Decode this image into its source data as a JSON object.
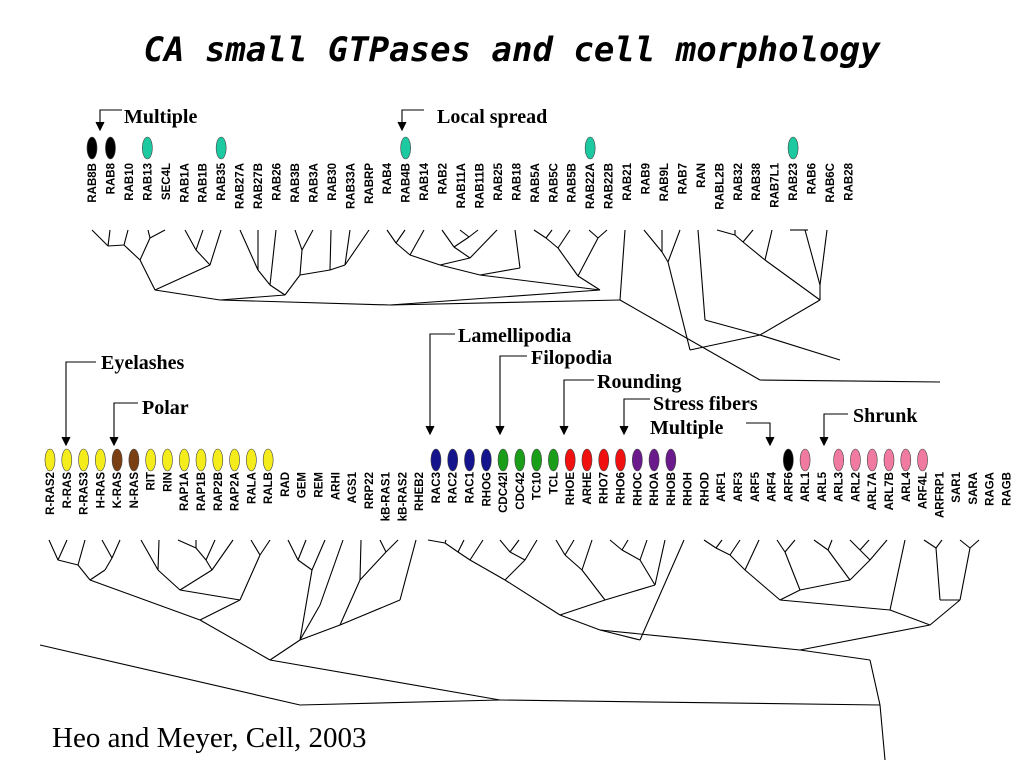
{
  "title": "CA small GTPases and cell morphology",
  "citation": "Heo and Meyer, Cell, 2003",
  "colors": {
    "black": "#000000",
    "teal": "#1dc9a0",
    "yellow": "#f5ec1c",
    "brown": "#7a3f12",
    "navy": "#14148c",
    "green": "#1a9e1a",
    "red": "#f01010",
    "purple": "#6a1a8a",
    "pink": "#f07aa0"
  },
  "rab_genes": [
    "RAB8B",
    "RAB8",
    "RAB10",
    "RAB13",
    "SEC4L",
    "RAB1A",
    "RAB1B",
    "RAB35",
    "RAB27A",
    "RAB27B",
    "RAB26",
    "RAB3B",
    "RAB3A",
    "RAB30",
    "RAB33A",
    "RABRP",
    "RAB4",
    "RAB4B",
    "RAB14",
    "RAB2",
    "RAB11A",
    "RAB11B",
    "RAB25",
    "RAB18",
    "RAB5A",
    "RAB5C",
    "RAB5B",
    "RAB22A",
    "RAB22B",
    "RAB21",
    "RAB9",
    "RAB9L",
    "RAB7",
    "RAN",
    "RABL2B",
    "RAB32",
    "RAB38",
    "RAB7L1",
    "RAB23",
    "RAB6",
    "RAB6C",
    "RAB28"
  ],
  "ras_genes": [
    "R-RAS2",
    "R-RAS",
    "R-RAS3",
    "H-RAS",
    "K-RAS",
    "N-RAS",
    "RIT",
    "RIN",
    "RAP1A",
    "RAP1B",
    "RAP2B",
    "RAP2A",
    "RALA",
    "RALB",
    "RAD",
    "GEM",
    "REM",
    "ARHI",
    "AGS1",
    "RRP22",
    "kB-RAS1",
    "kB-RAS2",
    "RHEB2",
    "RAC3",
    "RAC2",
    "RAC1",
    "RHOG",
    "CDC42l",
    "CDC42",
    "TC10",
    "TCL",
    "RHOE",
    "ARHE",
    "RHO7",
    "RHO6",
    "RHOC",
    "RHOA",
    "RHOB",
    "RHOH",
    "RHOD",
    "ARF1",
    "ARF3",
    "ARF5",
    "ARF4",
    "ARF6",
    "ARL1",
    "ARL5",
    "ARL3",
    "ARL2",
    "ARL7A",
    "ARL7B",
    "ARL4",
    "ARF4L",
    "ARFRP1",
    "SAR1",
    "SARA",
    "RAGA",
    "RAGB"
  ],
  "annotations": {
    "multiple_top": "Multiple",
    "local_spread": "Local spread",
    "eyelashes": "Eyelashes",
    "polar": "Polar",
    "lamellipodia": "Lamellipodia",
    "filopodia": "Filopodia",
    "rounding": "Rounding",
    "stress_fibers": "Stress fibers",
    "multiple_bottom": "Multiple",
    "shrunk": "Shrunk"
  },
  "rab_markers": [
    {
      "gene": "RAB8B",
      "color": "black"
    },
    {
      "gene": "RAB8",
      "color": "black"
    },
    {
      "gene": "RAB13",
      "color": "teal"
    },
    {
      "gene": "RAB35",
      "color": "teal"
    },
    {
      "gene": "RAB4B",
      "color": "teal"
    },
    {
      "gene": "RAB22A",
      "color": "teal"
    },
    {
      "gene": "RAB23",
      "color": "teal"
    }
  ],
  "ras_markers": [
    {
      "gene": "R-RAS2",
      "color": "yellow"
    },
    {
      "gene": "R-RAS",
      "color": "yellow"
    },
    {
      "gene": "R-RAS3",
      "color": "yellow"
    },
    {
      "gene": "H-RAS",
      "color": "yellow"
    },
    {
      "gene": "K-RAS",
      "color": "brown"
    },
    {
      "gene": "N-RAS",
      "color": "brown"
    },
    {
      "gene": "RIT",
      "color": "yellow"
    },
    {
      "gene": "RIN",
      "color": "yellow"
    },
    {
      "gene": "RAP1A",
      "color": "yellow"
    },
    {
      "gene": "RAP1B",
      "color": "yellow"
    },
    {
      "gene": "RAP2B",
      "color": "yellow"
    },
    {
      "gene": "RAP2A",
      "color": "yellow"
    },
    {
      "gene": "RALA",
      "color": "yellow"
    },
    {
      "gene": "RALB",
      "color": "yellow"
    },
    {
      "gene": "RAC3",
      "color": "navy"
    },
    {
      "gene": "RAC2",
      "color": "navy"
    },
    {
      "gene": "RAC1",
      "color": "navy"
    },
    {
      "gene": "RHOG",
      "color": "navy"
    },
    {
      "gene": "CDC42l",
      "color": "green"
    },
    {
      "gene": "CDC42",
      "color": "green"
    },
    {
      "gene": "TC10",
      "color": "green"
    },
    {
      "gene": "TCL",
      "color": "green"
    },
    {
      "gene": "RHOE",
      "color": "red"
    },
    {
      "gene": "ARHE",
      "color": "red"
    },
    {
      "gene": "RHO7",
      "color": "red"
    },
    {
      "gene": "RHO6",
      "color": "red"
    },
    {
      "gene": "RHOC",
      "color": "purple"
    },
    {
      "gene": "RHOA",
      "color": "purple"
    },
    {
      "gene": "RHOB",
      "color": "purple"
    },
    {
      "gene": "ARF6",
      "color": "black"
    },
    {
      "gene": "ARL1",
      "color": "pink"
    },
    {
      "gene": "ARL3",
      "color": "pink"
    },
    {
      "gene": "ARL2",
      "color": "pink"
    },
    {
      "gene": "ARL7A",
      "color": "pink"
    },
    {
      "gene": "ARL7B",
      "color": "pink"
    },
    {
      "gene": "ARL4",
      "color": "pink"
    },
    {
      "gene": "ARF4L",
      "color": "pink"
    }
  ]
}
